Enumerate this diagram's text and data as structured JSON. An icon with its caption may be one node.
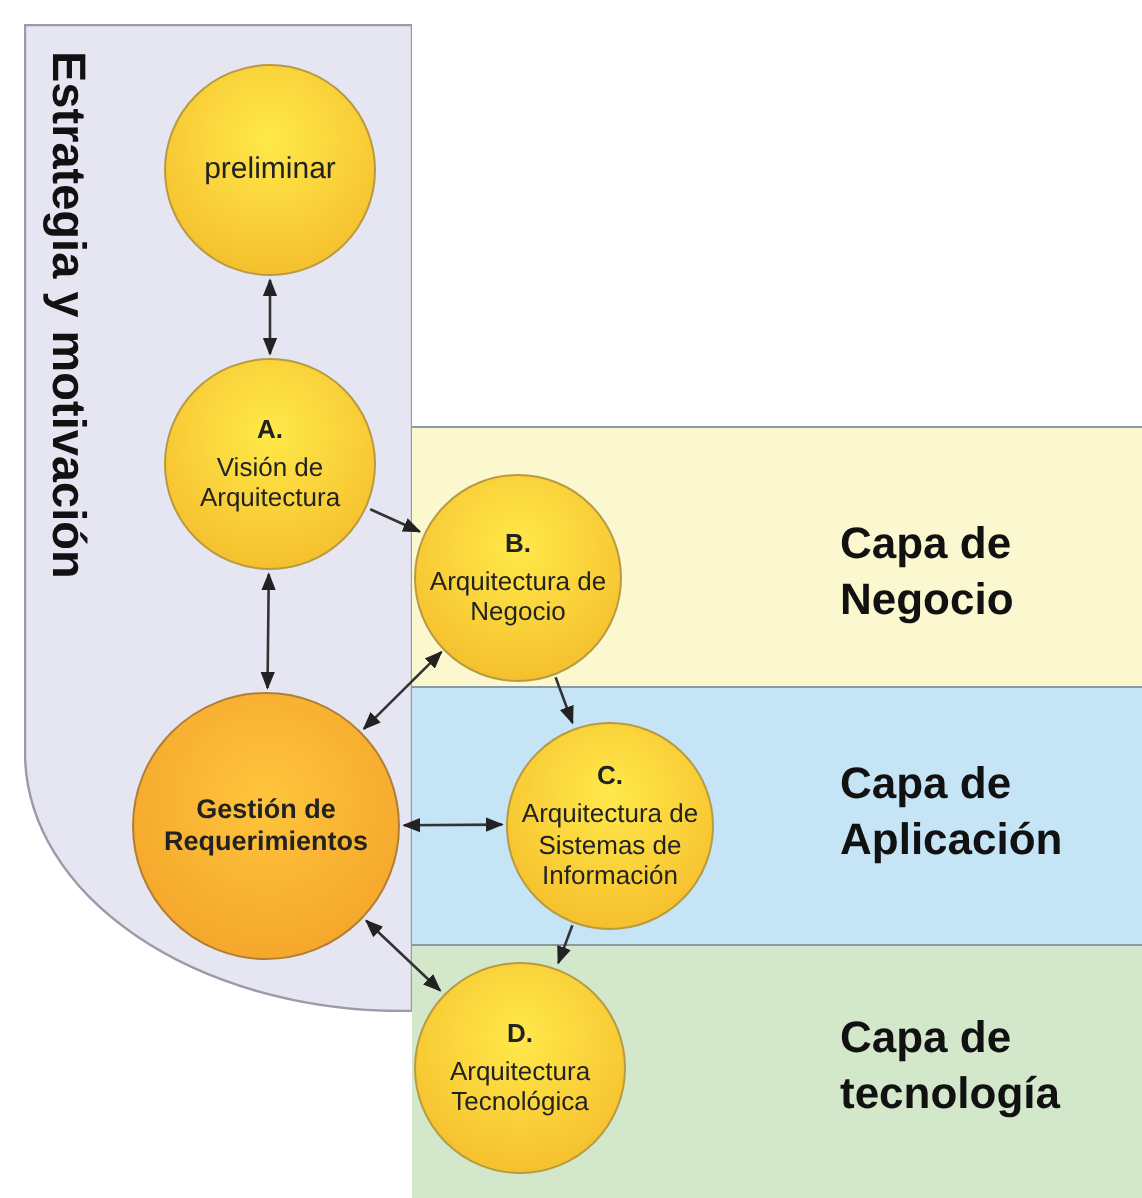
{
  "diagram": {
    "nodes": [
      {
        "text": [
          "Estrategia y motivación"
        ]
      },
      {
        "text": [
          "Capa de Negocio"
        ]
      },
      {
        "text": [
          "Capa de Aplicación"
        ]
      },
      {
        "text": [
          "Capa de tecnología"
        ]
      },
      {
        "text": [
          "preliminar"
        ],
        "in": 0
      },
      {
        "text": [
          "A.",
          "Visión de Arquitectura"
        ],
        "in": 0
      },
      {
        "text": [
          "B.",
          "Arquitectura de Negocio"
        ],
        "in": 1
      },
      {
        "text": [
          "Gestión de Requerimientos"
        ],
        "in": 0
      },
      {
        "text": [
          "C.",
          "Arquitectura de Sistemas de Información"
        ],
        "in": 2
      },
      {
        "text": [
          "D.",
          "Arquitectura Tecnológica"
        ],
        "in": 3
      }
    ],
    "edges": [
      {
        "from": 4,
        "to": 5,
        "arrow": "both"
      },
      {
        "from": 5,
        "to": 6,
        "arrow": "to"
      },
      {
        "from": 5,
        "to": 7,
        "arrow": "both"
      },
      {
        "from": 7,
        "to": 6,
        "arrow": "both"
      },
      {
        "from": 6,
        "to": 8,
        "arrow": "to"
      },
      {
        "from": 7,
        "to": 8,
        "arrow": "both"
      },
      {
        "from": 8,
        "to": 9,
        "arrow": "to"
      },
      {
        "from": 7,
        "to": 9,
        "arrow": "both"
      }
    ]
  }
}
